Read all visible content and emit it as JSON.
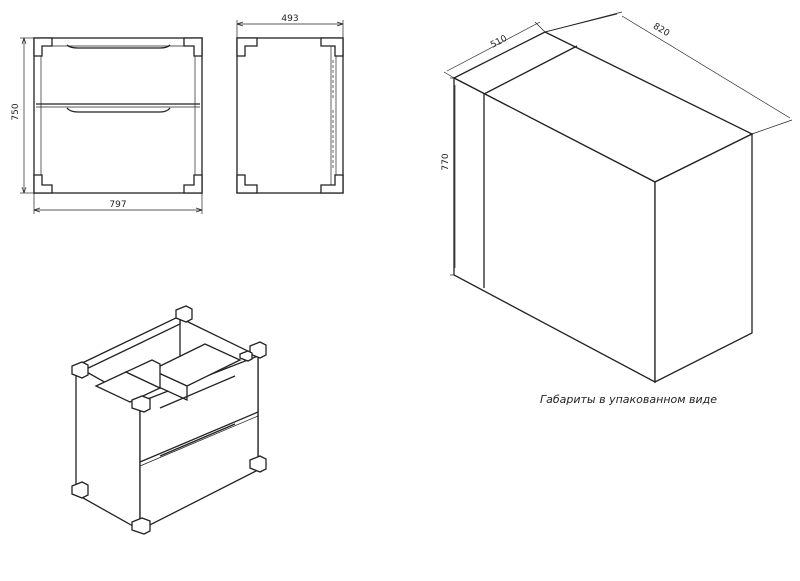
{
  "dimensions": {
    "front_width": "797",
    "front_height": "750",
    "side_depth": "493",
    "box_depth": "510",
    "box_width": "820",
    "box_height": "770"
  },
  "caption": "Габариты в упакованном виде"
}
